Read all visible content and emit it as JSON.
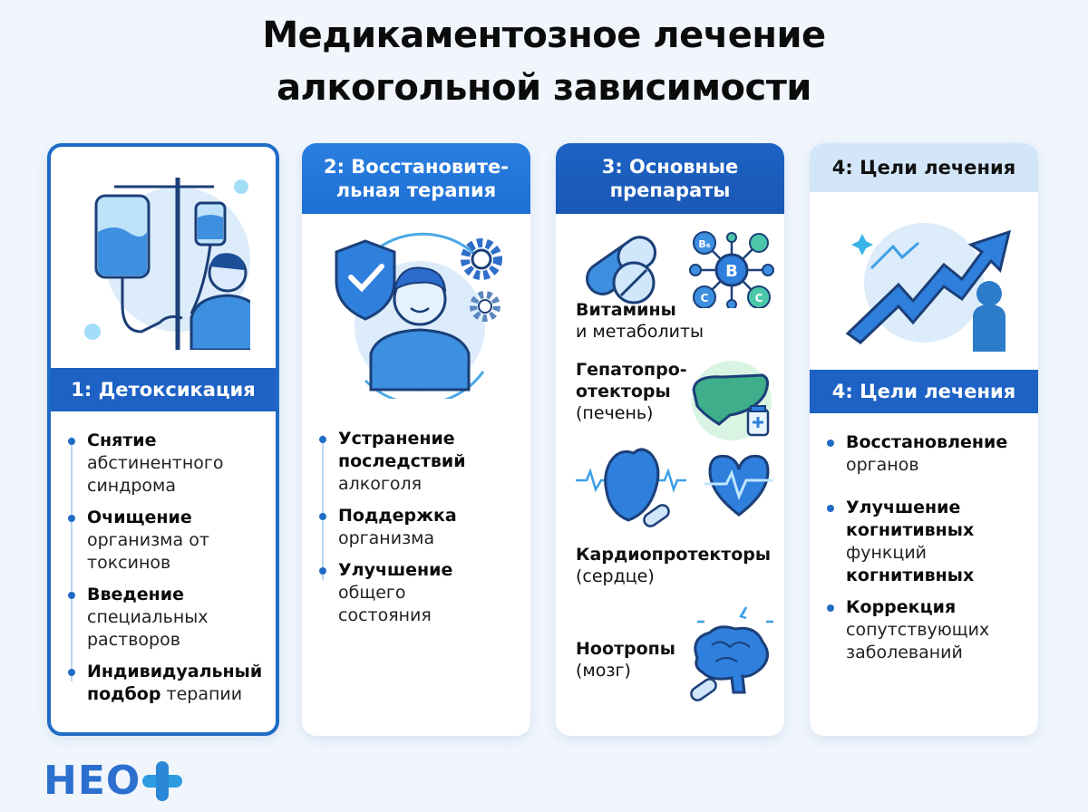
{
  "title": {
    "line1": "Медикаментозное лечение",
    "line2": "алкогольной зависимости"
  },
  "colors": {
    "primary": "#1f6cc6",
    "header_dark": "#1d62c4",
    "header_bright": "#2a7fe0",
    "header_light": "#d3e6f9",
    "background": "#f1f6fc"
  },
  "cards": [
    {
      "header": "1: Детоксикация",
      "illustration": "iv-drip-patient-icon",
      "items": [
        {
          "bold": "Снятие",
          "regular": "абстинентного синдрома"
        },
        {
          "bold": "Очищение",
          "regular": "организма от токсинов"
        },
        {
          "bold": "Введение",
          "regular": "специальных растворов"
        },
        {
          "bold": "Индивидуальный подбор",
          "regular": "терапии"
        }
      ]
    },
    {
      "header_line1": "2: Восстанови­те-",
      "header_line2": "льная терапия",
      "illustration": "recovery-person-shield-gears-icon",
      "items": [
        {
          "bold": "Устранение последствий",
          "regular": "алкоголя"
        },
        {
          "bold": "Поддержка",
          "regular": "организма"
        },
        {
          "bold": "Улучшение",
          "regular": "общего состояния"
        }
      ]
    },
    {
      "header_line1": "3: Основные",
      "header_line2": "препараты",
      "drugs": [
        {
          "bold": "Витамины",
          "regular": "и метаболиты",
          "icon": "pills-vitamins-icon"
        },
        {
          "bold_line1": "Гепатопро-",
          "bold_line2": "отекторы",
          "regular": "(печень)",
          "icon": "liver-icon"
        },
        {
          "bold": "Кардиопротекторы",
          "regular": "(сердце)",
          "icon": "heart-icon"
        },
        {
          "bold": "Ноотропы",
          "regular": "(мозг)",
          "icon": "brain-icon"
        }
      ],
      "vitamin_labels": [
        "B",
        "B₆",
        "C",
        "C"
      ]
    },
    {
      "header": "4: Цели лечения",
      "sub_header": "4: Цели лечения",
      "illustration": "growth-arrow-person-icon",
      "items": [
        {
          "bold": "Восстановление",
          "regular": "органов"
        },
        {
          "bold": "Улучшение когнитивных",
          "regular": "функций",
          "bold_after": "когнитивных"
        },
        {
          "bold": "Коррекция",
          "regular": "сопутствующих заболеваний"
        }
      ]
    }
  ],
  "logo": {
    "text": "НЕО",
    "symbol": "+"
  }
}
